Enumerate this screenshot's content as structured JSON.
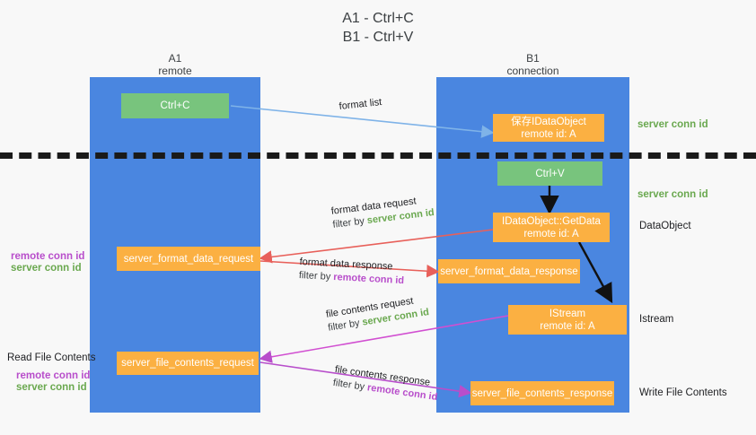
{
  "title": {
    "line1": "A1 - Ctrl+C",
    "line2": "B1 - Ctrl+V"
  },
  "lanes": [
    {
      "name": "A1",
      "sub": "remote"
    },
    {
      "name": "B1",
      "sub": "connection"
    }
  ],
  "boxes": {
    "ctrl_c": "Ctrl+C",
    "ctrl_v": "Ctrl+V",
    "save_idataobject_l1": "保存IDataObject",
    "save_idataobject_l2": "remote id: A",
    "getdata_l1": "IDataObject::GetData",
    "getdata_l2": "remote id: A",
    "istream_l1": "IStream",
    "istream_l2": "remote id: A",
    "server_format_data_request": "server_format_data_request",
    "server_format_data_response": "server_format_data_response",
    "server_file_contents_request": "server_file_contents_request",
    "server_file_contents_response": "server_file_contents_response"
  },
  "right_labels": {
    "server_conn_id_top": "server conn id",
    "server_conn_id_mid": "server conn id",
    "dataobject": "DataObject",
    "istream": "Istream",
    "write_file_contents": "Write File Contents"
  },
  "left_labels": {
    "remote_conn_id_1": "remote conn id",
    "server_conn_id_1": "server conn id",
    "read_file_contents": "Read File Contents",
    "remote_conn_id_2": "remote conn id",
    "server_conn_id_2": "server conn id"
  },
  "edges": {
    "format_list": "format list",
    "format_data_request": "format data request",
    "format_data_request_filter_prefix": "filter by ",
    "format_data_request_filter_value": "server conn id",
    "format_data_response": "format data response",
    "format_data_response_filter_prefix": "filter by ",
    "format_data_response_filter_value": "remote conn id",
    "file_contents_request": "file contents request",
    "file_contents_request_filter_prefix": "filter by ",
    "file_contents_request_filter_value": "server conn id",
    "file_contents_response": "file contents response",
    "file_contents_response_filter_prefix": "filter by ",
    "file_contents_response_filter_value": "remote conn id"
  },
  "colors": {
    "lane": "#4a86e0",
    "orange": "#fbb042",
    "green_box": "#78c47d",
    "green_text": "#6aa84f",
    "purple_text": "#b84ecb",
    "red_arrow": "#e8605a",
    "blue_arrow": "#7fb3e8",
    "black_arrow": "#111111",
    "background": "#f8f8f8"
  }
}
